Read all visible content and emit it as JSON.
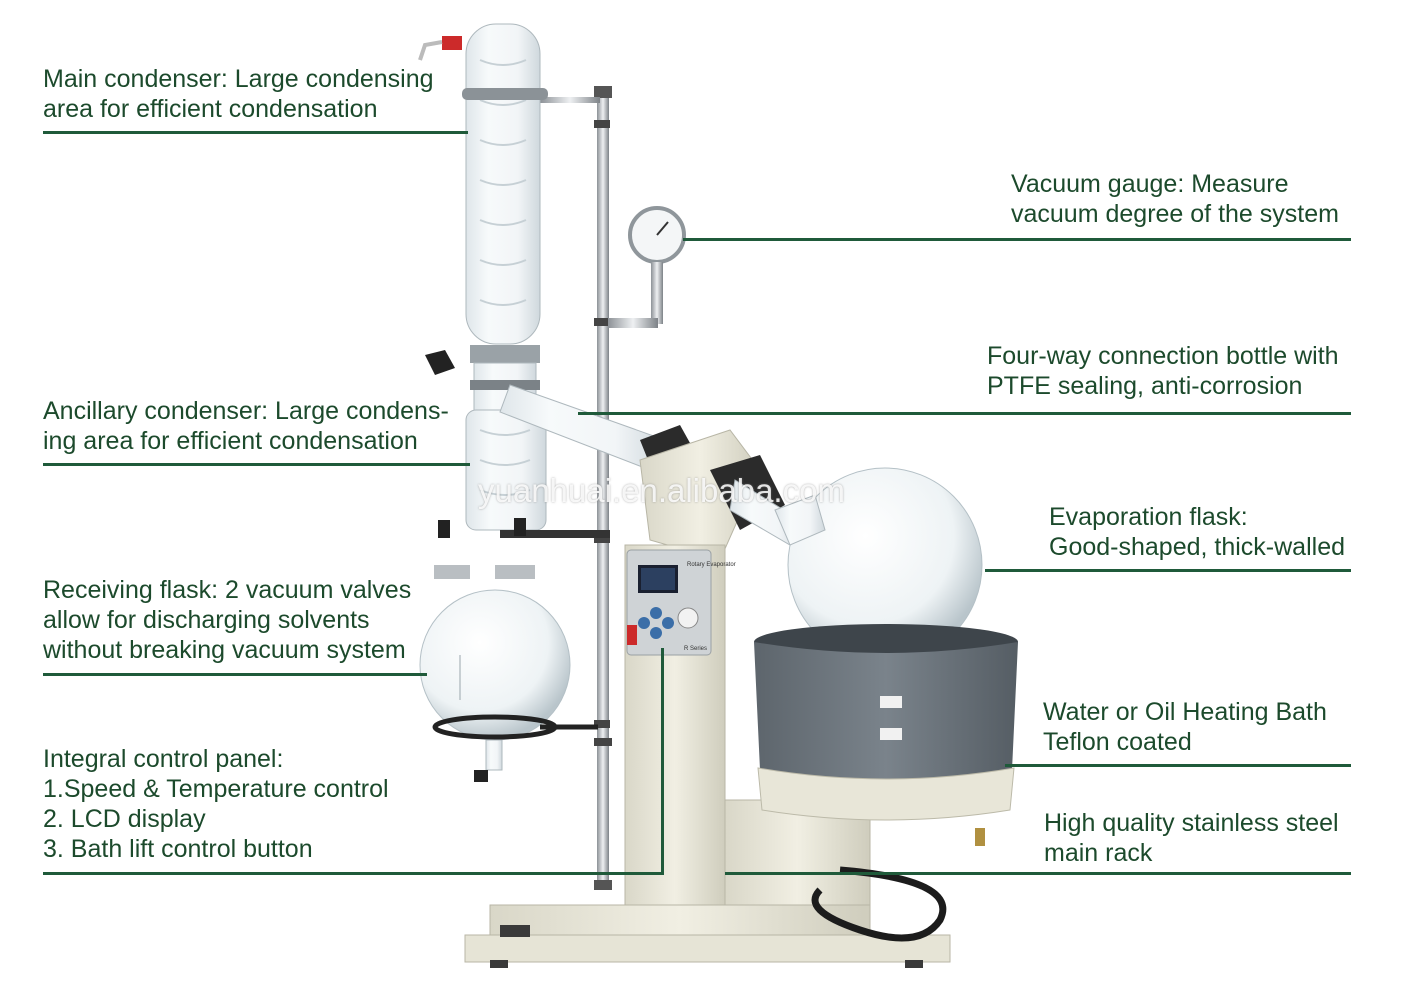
{
  "labels": {
    "main_condenser": "Main condenser: Large condensing\narea for efficient condensation",
    "vacuum_gauge": "Vacuum gauge: Measure\nvacuum degree of the system",
    "four_way": "Four-way connection bottle with\nPTFE sealing, anti-corrosion",
    "ancillary_condenser": "Ancillary condenser: Large condens-\ning area for efficient condensation",
    "evaporation_flask": "Evaporation flask:\nGood-shaped, thick-walled",
    "receiving_flask": "Receiving flask: 2 vacuum valves\nallow for discharging solvents\nwithout breaking vacuum system",
    "heating_bath": "Water or Oil Heating Bath\nTeflon coated",
    "control_panel": "Integral control panel:\n1.Speed & Temperature control\n2. LCD display\n3. Bath lift control button",
    "main_rack": "High quality stainless steel\nmain rack"
  },
  "watermark": "yuanhuai.en.alibaba.com",
  "panel_text": {
    "brand": "Rotary Evaporator",
    "series": "R Series"
  },
  "colors": {
    "label_text": "#1c4a2c",
    "leader_line": "#1f5a3a",
    "machine_body": "#e8e6d8",
    "bath": "#6f7880"
  }
}
